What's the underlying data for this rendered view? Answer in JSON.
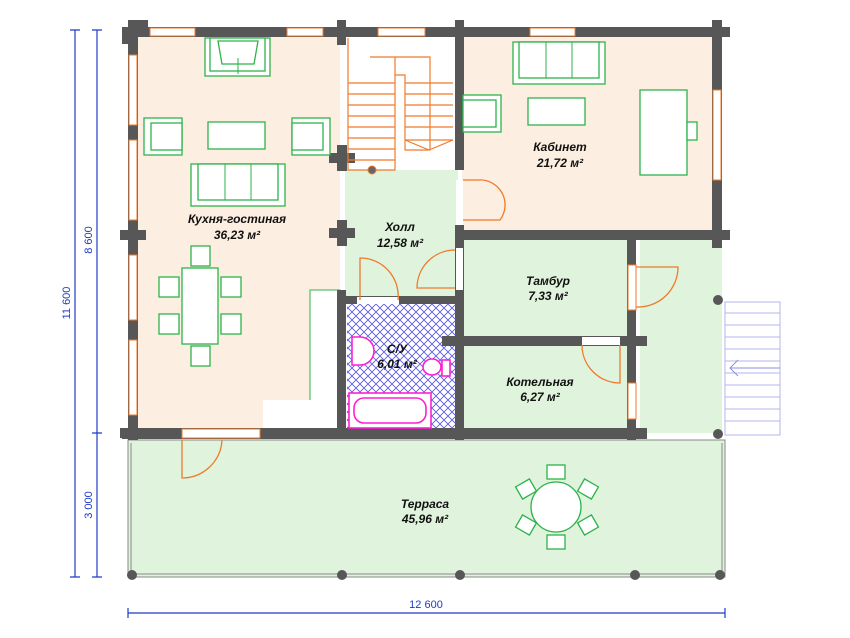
{
  "rooms": {
    "kitchen": {
      "name": "Кухня-гостиная",
      "area": "36,23 м²"
    },
    "hall": {
      "name": "Холл",
      "area": "12,58 м²"
    },
    "office": {
      "name": "Кабинет",
      "area": "21,72 м²"
    },
    "vestibule": {
      "name": "Тамбур",
      "area": "7,33 м²"
    },
    "bathroom": {
      "name": "С/У",
      "area": "6,01 м²"
    },
    "boiler": {
      "name": "Котельная",
      "area": "6,27 м²"
    },
    "terrace": {
      "name": "Терраса",
      "area": "45,96 м²"
    }
  },
  "dimensions": {
    "total_height": "11 600",
    "house_height": "8 600",
    "terrace_height": "3 000",
    "total_width": "12 600"
  },
  "colors": {
    "wall": "#575757",
    "living_fill": "#fdeee2",
    "service_fill": "#e0f3dc",
    "bath_hatch": "#3a3ae0",
    "door": "#f07a2a",
    "furniture": "#2db34a",
    "sanitary": "#ff1fd2",
    "dimension": "#1e3cc8"
  }
}
